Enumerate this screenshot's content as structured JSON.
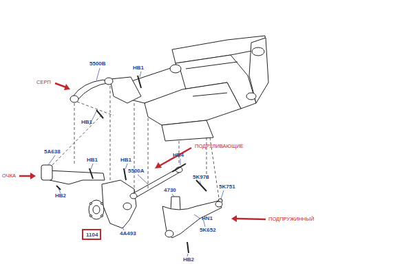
{
  "diagram": {
    "nodes": [
      {
        "text": [
          "1104"
        ]
      }
    ],
    "labels": [
      "5500B",
      "СЕРП",
      "HB1",
      "HB1",
      "ПОДРУЛИВАЮЩИЕ",
      "5A638",
      "HB1",
      "HB1",
      "HB4",
      "5500A",
      "ОЧКА",
      "5K978",
      "4730",
      "5K751",
      "HB2",
      "HN1",
      "ПОДПРУЖИННЫЙ",
      "5K652",
      "4A493",
      "HB2"
    ]
  }
}
